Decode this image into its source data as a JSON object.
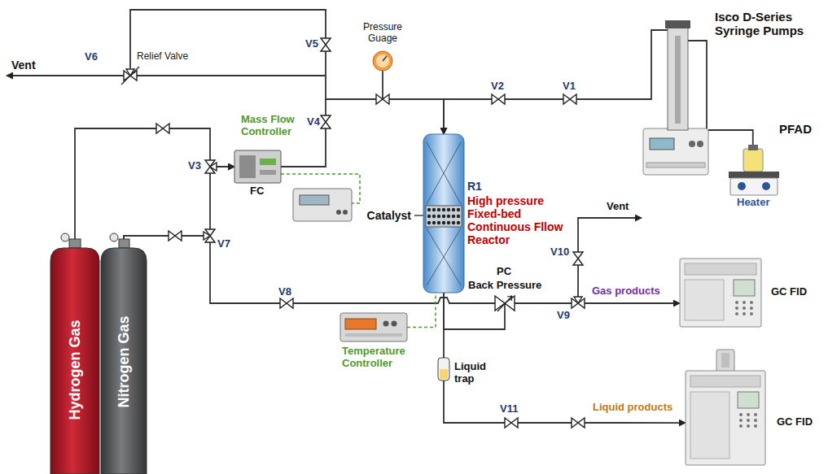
{
  "diagram": {
    "nodes": [
      {
        "text": [
          "Isco D-Series Syringe Pumps"
        ]
      },
      {
        "text": [
          "PFAD",
          "Heater"
        ]
      },
      {
        "text": [
          "Pressure Guage"
        ]
      },
      {
        "text": [
          "Mass Flow Controller",
          "FC"
        ]
      },
      {
        "text": [
          "R1",
          "High pressure Fixed-bed Continuous Fllow Reactor",
          "Catalyst"
        ]
      },
      {
        "text": [
          "Hydrogen Gas"
        ]
      },
      {
        "text": [
          "Nitrogen Gas"
        ]
      },
      {
        "text": [
          "Temperature Controller"
        ]
      },
      {
        "text": [
          "PC",
          "Back Pressure"
        ]
      },
      {
        "text": [
          "Liquid trap"
        ]
      },
      {
        "text": [
          "GC FID"
        ]
      },
      {
        "text": [
          "GC FID"
        ]
      }
    ],
    "edges": [
      {
        "from": 0,
        "to": 4,
        "arrow": "to"
      },
      {
        "from": 5,
        "to": 3,
        "arrow": "to"
      },
      {
        "from": 6,
        "to": 3,
        "arrow": "to"
      },
      {
        "from": 3,
        "to": 4,
        "arrow": "to"
      },
      {
        "from": 6,
        "to": 8,
        "arrow": "none"
      },
      {
        "from": 4,
        "to": 8,
        "arrow": "none"
      },
      {
        "from": 8,
        "to": 10,
        "arrow": "to"
      },
      {
        "from": 4,
        "to": 9,
        "arrow": "none"
      },
      {
        "from": 9,
        "to": 11,
        "arrow": "to"
      },
      {
        "from": 7,
        "to": 4,
        "arrow": "none"
      },
      {
        "from": 1,
        "to": 0,
        "arrow": "none"
      }
    ],
    "labels": [
      "Vent",
      "V6",
      "Relief Valve",
      "V5",
      "V2",
      "V1",
      "V4",
      "V3",
      "V7",
      "V8",
      "Vent",
      "V10",
      "V9",
      "Gas products",
      "V11",
      "Liquid products"
    ]
  }
}
